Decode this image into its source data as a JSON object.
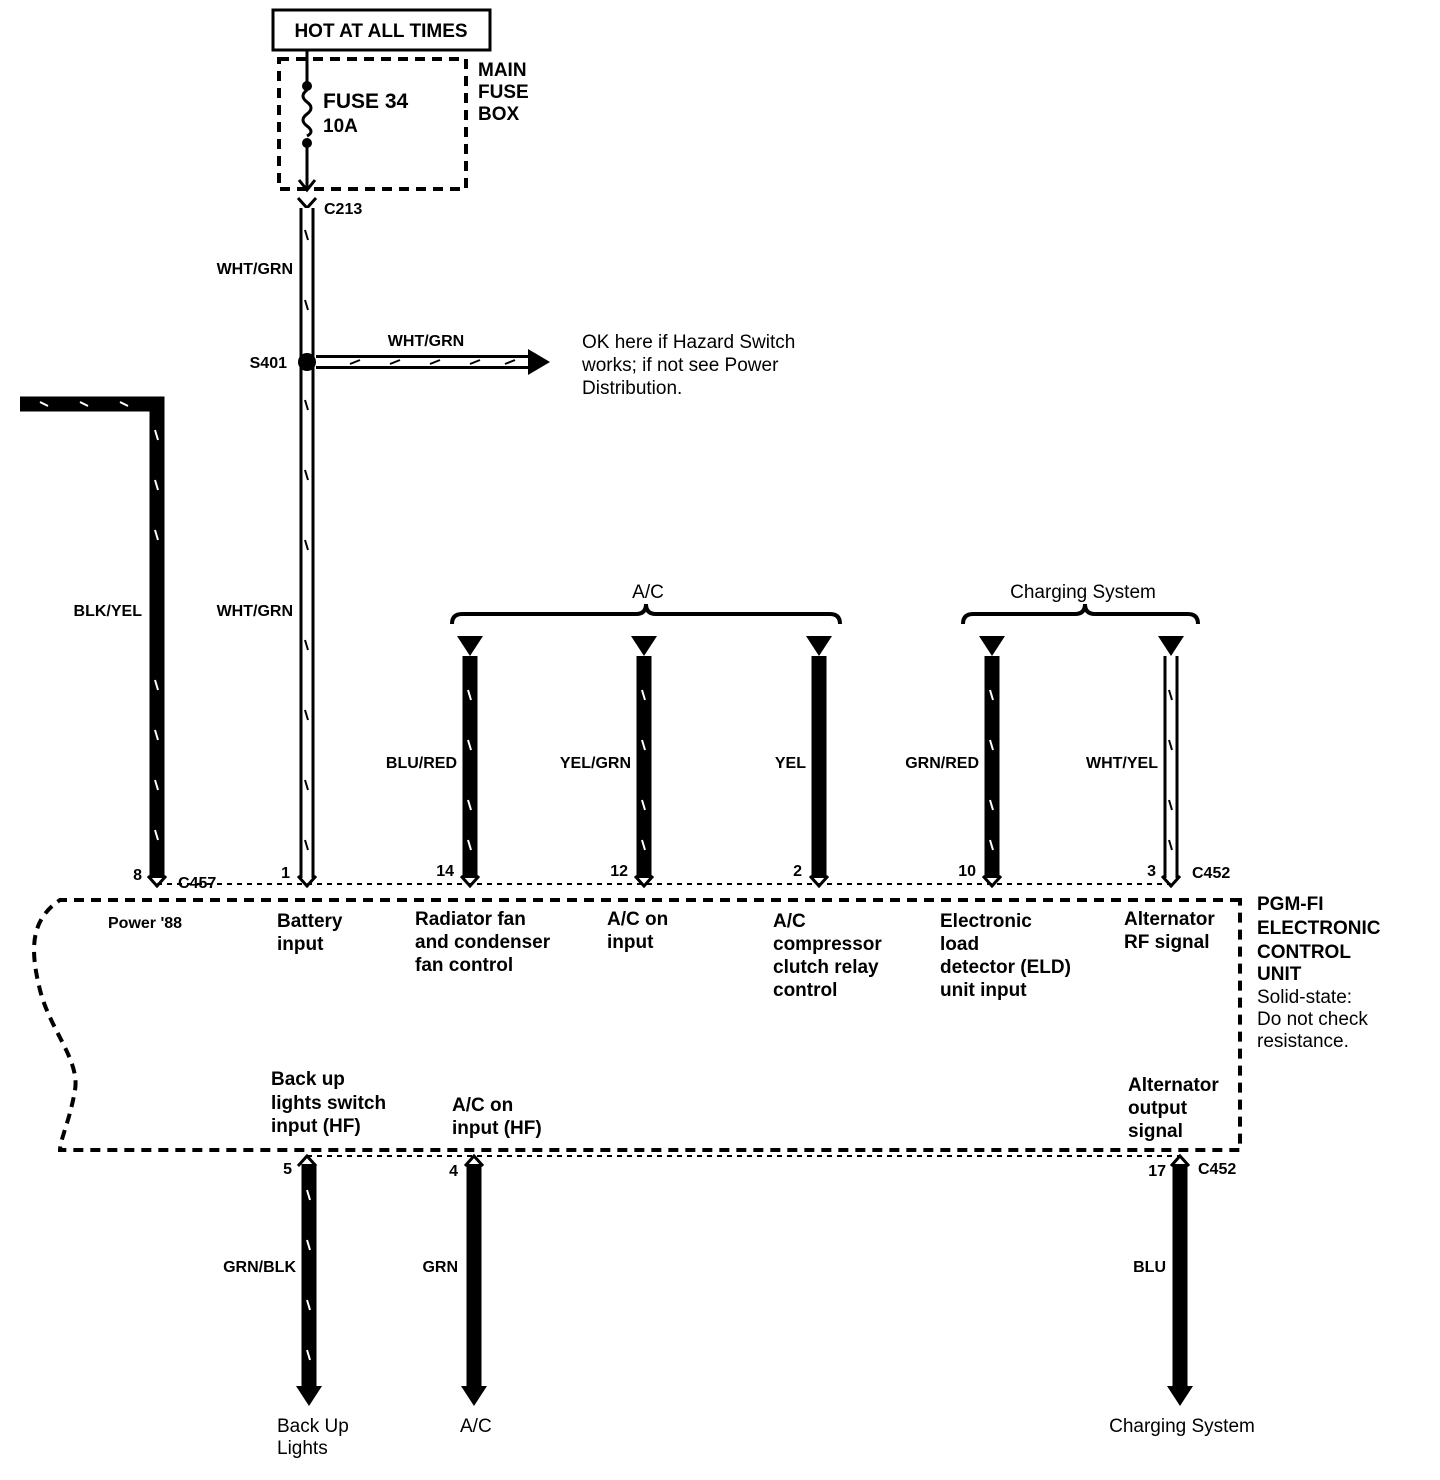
{
  "hot_label": "HOT AT ALL TIMES",
  "fuse": {
    "name": "FUSE 34",
    "rating": "10A",
    "box": [
      "MAIN",
      "FUSE",
      "BOX"
    ]
  },
  "connectors": {
    "c213": "C213",
    "c457": "C457",
    "c452_top": "C452",
    "c452_bottom": "C452"
  },
  "splice": {
    "id": "S401",
    "branch_wire": "WHT/GRN"
  },
  "note": [
    "OK here if Hazard Switch",
    "works; if not see Power",
    "Distribution."
  ],
  "wires": {
    "main_upper": "WHT/GRN",
    "main_lower": "WHT/GRN",
    "blk_yel": "BLK/YEL",
    "blu_red": "BLU/RED",
    "yel_grn": "YEL/GRN",
    "yel": "YEL",
    "grn_red": "GRN/RED",
    "wht_yel": "WHT/YEL",
    "grn_blk": "GRN/BLK",
    "grn": "GRN",
    "blu": "BLU"
  },
  "groups": {
    "ac": "A/C",
    "charging": "Charging System"
  },
  "pins_top": [
    {
      "num": "8",
      "desc": [
        "Power '88"
      ]
    },
    {
      "num": "1",
      "desc": [
        "Battery",
        "input"
      ]
    },
    {
      "num": "14",
      "desc": [
        "Radiator fan",
        "and condenser",
        "fan control"
      ]
    },
    {
      "num": "12",
      "desc": [
        "A/C on",
        "input"
      ]
    },
    {
      "num": "2",
      "desc": [
        "A/C",
        "compressor",
        "clutch relay",
        "control"
      ]
    },
    {
      "num": "10",
      "desc": [
        "Electronic",
        "load",
        "detector (ELD)",
        "unit input"
      ]
    },
    {
      "num": "3",
      "desc": [
        "Alternator",
        "RF signal"
      ]
    }
  ],
  "pins_bottom": [
    {
      "num": "5",
      "desc": [
        "Back up",
        "lights switch",
        "input (HF)"
      ]
    },
    {
      "num": "4",
      "desc": [
        "A/C on",
        "input (HF)"
      ]
    },
    {
      "num": "17",
      "desc": [
        "Alternator",
        "output",
        "signal"
      ]
    }
  ],
  "ecu": [
    "PGM-FI",
    "ELECTRONIC",
    "CONTROL",
    "UNIT"
  ],
  "ecu_note": [
    "Solid-state:",
    "Do not check",
    "resistance."
  ],
  "destinations": {
    "backup": [
      "Back Up",
      "Lights"
    ],
    "ac": "A/C",
    "charging": "Charging System"
  }
}
